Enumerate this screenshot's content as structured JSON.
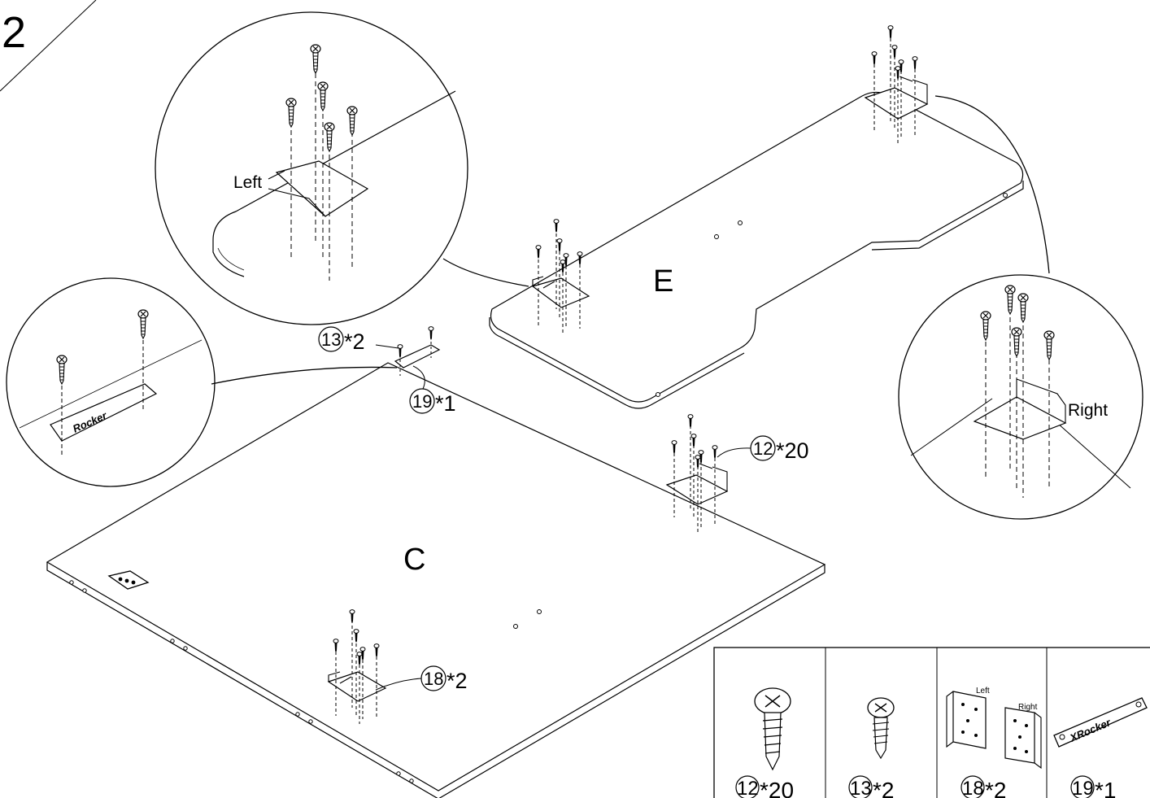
{
  "step_number": "2",
  "panels": {
    "large_panel": "C",
    "top_panel": "E"
  },
  "detail_labels": {
    "left": "Left",
    "right": "Right"
  },
  "logo_text": "Rocker",
  "callouts": [
    {
      "id": "13",
      "qty": "*2"
    },
    {
      "id": "19",
      "qty": "*1"
    },
    {
      "id": "12",
      "qty": "*20"
    },
    {
      "id": "18",
      "qty": "*2"
    }
  ],
  "parts_box": [
    {
      "id": "12",
      "qty": "*20",
      "icon": "large-screw-icon"
    },
    {
      "id": "13",
      "qty": "*2",
      "icon": "small-screw-icon"
    },
    {
      "id": "18",
      "qty": "*2",
      "icon": "bracket-pair-icon",
      "left": "Left",
      "right": "Right"
    },
    {
      "id": "19",
      "qty": "*1",
      "icon": "logo-plate-icon",
      "logo": "XRocker"
    }
  ]
}
